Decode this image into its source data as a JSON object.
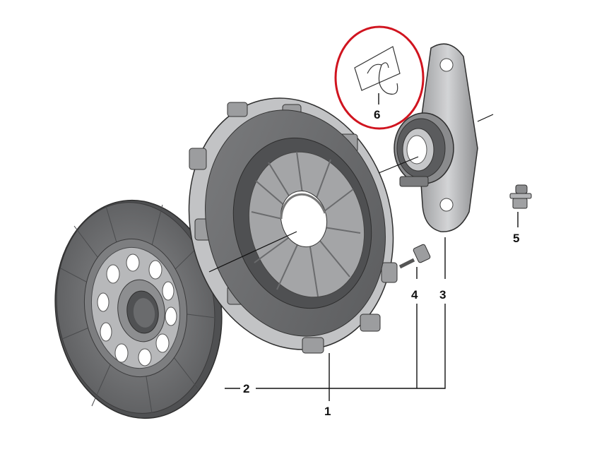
{
  "diagram": {
    "callouts": [
      {
        "id": "1",
        "label": "1"
      },
      {
        "id": "2",
        "label": "2"
      },
      {
        "id": "3",
        "label": "3"
      },
      {
        "id": "4",
        "label": "4"
      },
      {
        "id": "5",
        "label": "5"
      },
      {
        "id": "6",
        "label": "6"
      }
    ],
    "colors": {
      "part_dark": "#5f6062",
      "part_mid": "#8e8f91",
      "part_light": "#c9cacc",
      "part_outline": "#2e2e2e",
      "leader": "#111111",
      "highlight": "#d0141f"
    }
  }
}
